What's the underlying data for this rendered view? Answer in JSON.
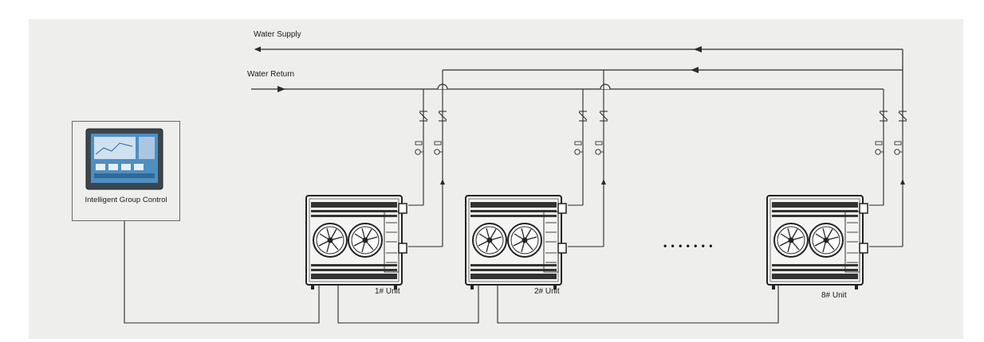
{
  "pipes": {
    "supply_label": "Water Supply",
    "return_label": "Water Return"
  },
  "controller": {
    "label": "Intelligent Group Control"
  },
  "units": [
    {
      "label": "1# Unit"
    },
    {
      "label": "2# Unit"
    },
    {
      "label": "8# Unit"
    }
  ],
  "ellipsis": "• • • • • • •",
  "colors": {
    "line": "#2b2b2b",
    "screen": "#4f8fc0",
    "panel": "#f7f7f5"
  }
}
